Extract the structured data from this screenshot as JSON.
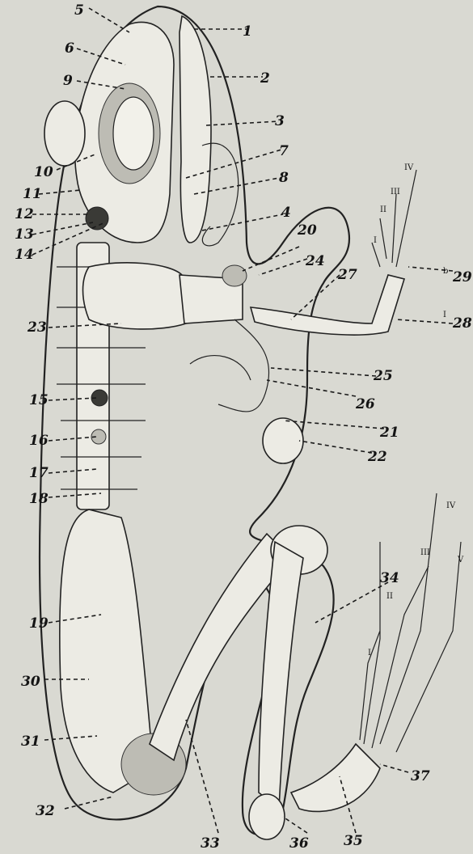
{
  "figure": {
    "labels": [
      "1",
      "2",
      "3",
      "4",
      "5",
      "6",
      "7",
      "8",
      "9",
      "10",
      "11",
      "12",
      "13",
      "14",
      "15",
      "16",
      "17",
      "18",
      "19",
      "20",
      "21",
      "22",
      "23",
      "24",
      "25",
      "26",
      "27",
      "28",
      "29",
      "30",
      "31",
      "32",
      "33",
      "34",
      "35",
      "36",
      "37"
    ],
    "label_29_extra": "b",
    "forelimb_digits": [
      "II",
      "III",
      "IV"
    ],
    "forelimb_digit_first": "I",
    "hindlimb_digits": [
      "II",
      "III",
      "IV",
      "V"
    ],
    "hindlimb_digit_first": "I",
    "label_28_extra": "I"
  }
}
